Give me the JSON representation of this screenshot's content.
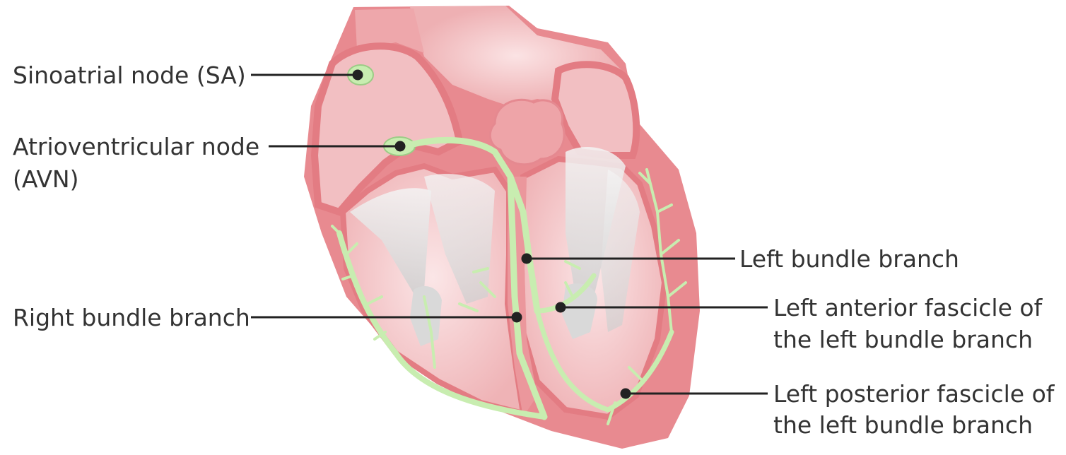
{
  "diagram": {
    "colors": {
      "heart_outer": "#e8898e",
      "heart_wall": "#eca2a5",
      "heart_inner": "#f4c8cb",
      "chamber_light": "#f8dcde",
      "valve_gray": "#e2e2e2",
      "conduction_green": "#c8edb0",
      "conduction_outline": "#9ccc86",
      "leader_line": "#222222",
      "label_text": "#333333"
    },
    "labels": [
      {
        "id": "sa",
        "lines": [
          "Sinoatrial node (SA)"
        ]
      },
      {
        "id": "avn",
        "lines": [
          "Atrioventricular node",
          "(AVN)"
        ]
      },
      {
        "id": "rbb",
        "lines": [
          "Right bundle branch"
        ]
      },
      {
        "id": "lbb",
        "lines": [
          "Left bundle branch"
        ]
      },
      {
        "id": "laf",
        "lines": [
          "Left anterior fascicle of",
          "the left bundle branch"
        ]
      },
      {
        "id": "lpf",
        "lines": [
          "Left posterior fascicle of",
          "the left bundle branch"
        ]
      }
    ]
  }
}
